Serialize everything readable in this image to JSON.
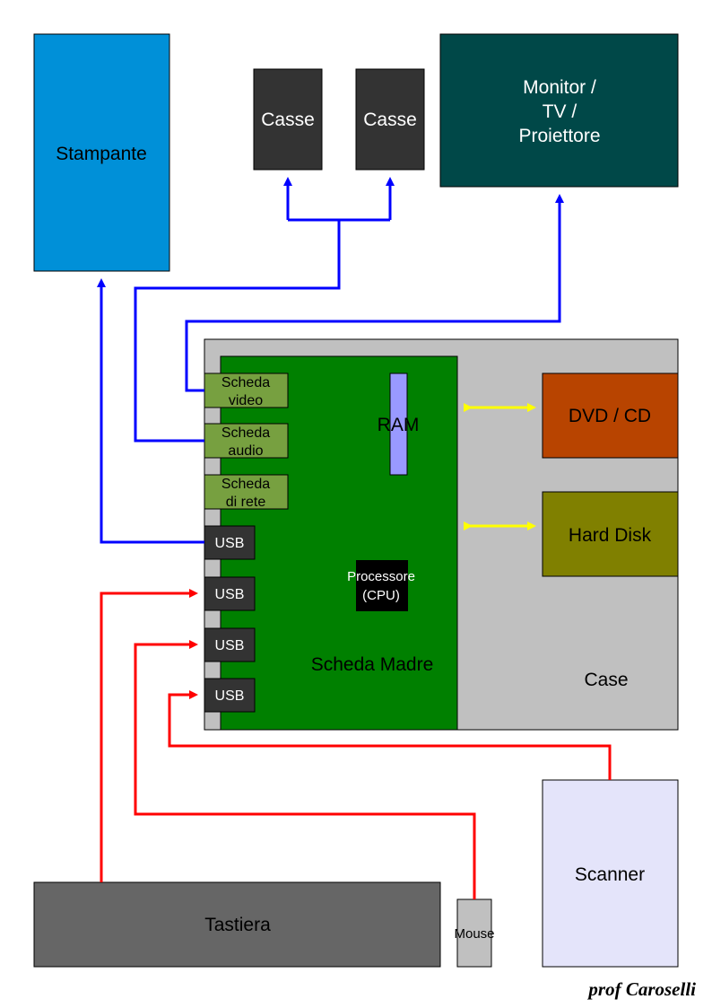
{
  "stampante": {
    "label": "Stampante",
    "color": "#0090d8"
  },
  "casse_left": {
    "label": "Casse",
    "color": "#333333"
  },
  "casse_right": {
    "label": "Casse",
    "color": "#333333"
  },
  "monitor": {
    "lines": [
      "Monitor /",
      "TV /",
      "Proiettore"
    ],
    "color": "#004848"
  },
  "case": {
    "label": "Case",
    "color": "#c0c0c0"
  },
  "motherboard": {
    "label": "Scheda Madre",
    "color": "#008000"
  },
  "cards": [
    {
      "lines": [
        "Scheda",
        "video"
      ]
    },
    {
      "lines": [
        "Scheda",
        "audio"
      ]
    },
    {
      "lines": [
        "Scheda",
        "di rete"
      ]
    }
  ],
  "card_color": "#77a040",
  "ram": {
    "label": "RAM",
    "color": "#9999ff"
  },
  "cpu": {
    "lines": [
      "Processore",
      "(CPU)"
    ],
    "color": "#000000"
  },
  "usb_ports": [
    {
      "label": "USB"
    },
    {
      "label": "USB"
    },
    {
      "label": "USB"
    },
    {
      "label": "USB"
    }
  ],
  "dvd": {
    "label": "DVD / CD",
    "color": "#b84400"
  },
  "hdd": {
    "label": "Hard Disk",
    "color": "#808000"
  },
  "scanner": {
    "label": "Scanner",
    "color": "#e4e4fa"
  },
  "tastiera": {
    "label": "Tastiera",
    "color": "#666666"
  },
  "mouse": {
    "label": "Mouse",
    "color": "#c0c0c0"
  },
  "signature": "prof Caroselli",
  "colors": {
    "output_link": "#0000ff",
    "input_link": "#ff0000",
    "storage_link": "#ffff00"
  }
}
